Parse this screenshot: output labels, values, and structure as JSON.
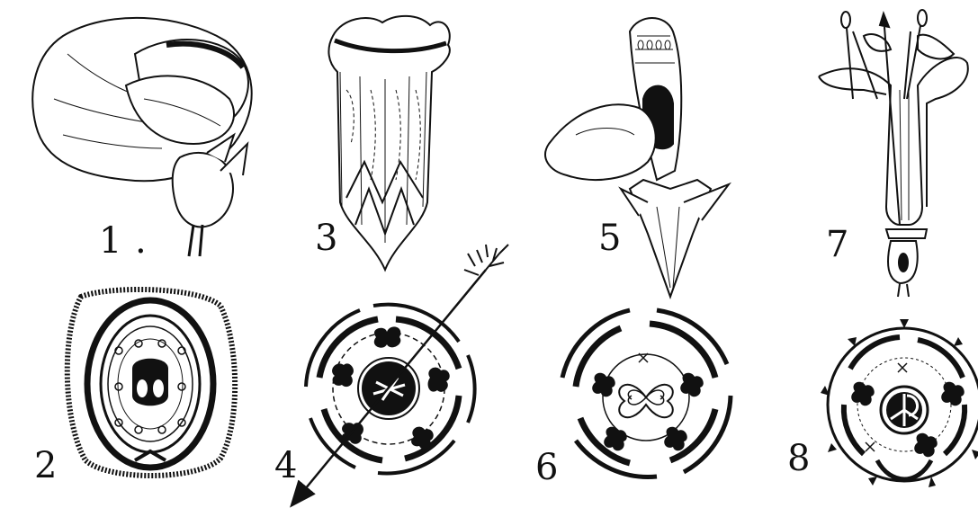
{
  "figure": {
    "labels": [
      "1",
      "2",
      "3",
      "4",
      "5",
      "6",
      "7",
      "8"
    ],
    "ink_color": "#111111",
    "paper_color": "#ffffff"
  }
}
